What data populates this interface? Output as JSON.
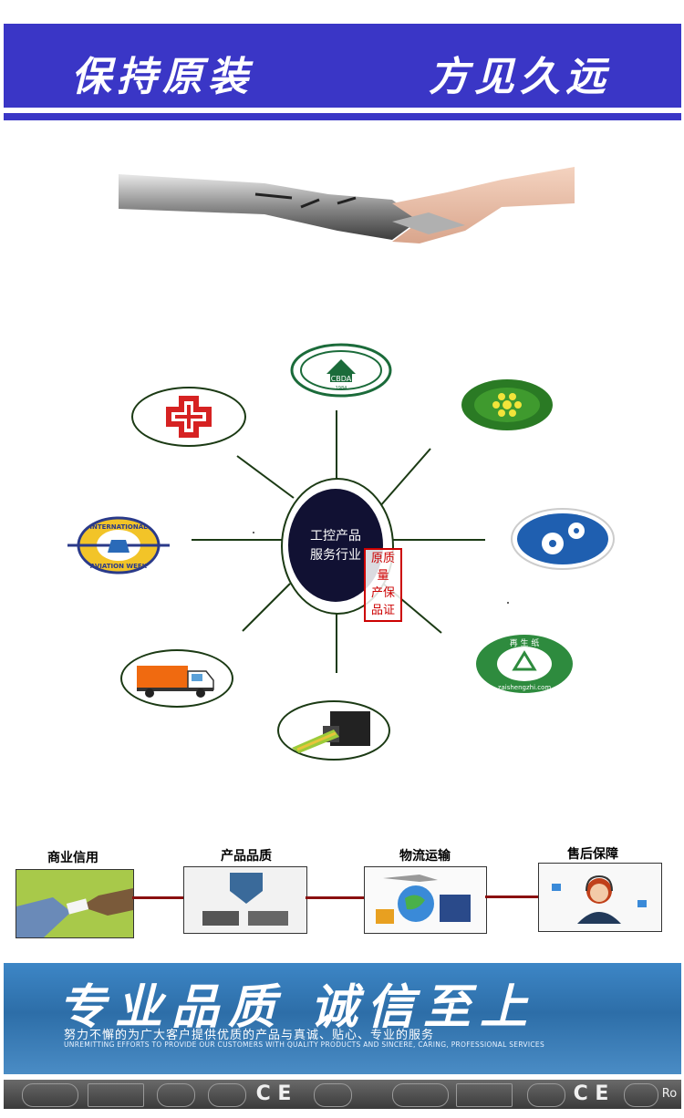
{
  "header": {
    "slogan_left": "保持原装",
    "slogan_right": "方见久远"
  },
  "hub": {
    "center_line1": "工控产品",
    "center_line2": "服务行业",
    "stamp_lines": [
      "原质",
      "量",
      "产保",
      "品证"
    ],
    "logos": {
      "cbda_text": "CBDA",
      "cbda_year": "1984",
      "aviation_line1": "INTERNATIONAL",
      "aviation_line2": "AVIATION WEEK",
      "recycle_top": "再 生 纸",
      "recycle_bottom": "zaishengzhi.com"
    }
  },
  "chain": {
    "steps": [
      "商业信用",
      "产品品质",
      "物流运输",
      "售后保障"
    ]
  },
  "banner": {
    "title": "专业品质  诚信至上",
    "subtitle": "努力不懈的为广大客户提供优质的产品与真诚、贴心、专业的服务",
    "subtitle_en": "UNREMITTING EFFORTS TO PROVIDE OUR CUSTOMERS WITH QUALITY PRODUCTS AND SINCERE, CARING, PROFESSIONAL SERVICES"
  },
  "certs": {
    "ce": "C E",
    "ro": "Ro"
  },
  "colors": {
    "header_bg": "#3a36c6",
    "hub_center": "#111133",
    "stamp_red": "#cc0000",
    "link_red": "#8a1010",
    "banner_blue": "#2d6ea8"
  }
}
